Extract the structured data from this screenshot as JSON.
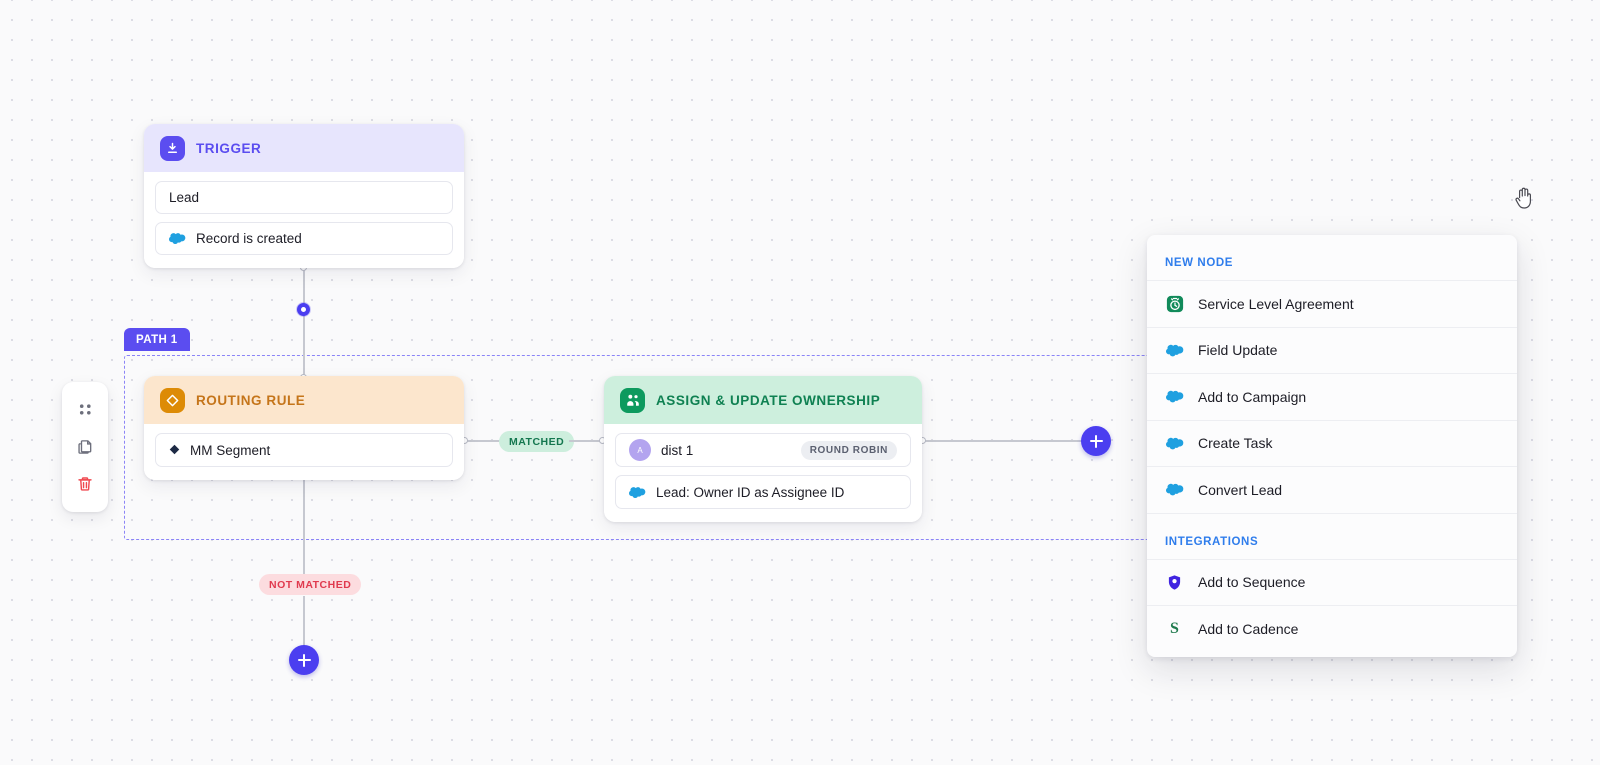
{
  "canvas": {
    "cursor_icon": "grab-hand-cursor",
    "grid": "dot-grid"
  },
  "path_group": {
    "badge_label": "PATH 1"
  },
  "nodes": {
    "trigger": {
      "header_label": "TRIGGER",
      "header_icon": "trigger-download-icon",
      "fields": [
        {
          "icon": "",
          "label": "Lead"
        },
        {
          "icon": "salesforce-cloud-icon",
          "label": "Record is created"
        }
      ]
    },
    "routing_rule": {
      "header_label": "ROUTING RULE",
      "header_icon": "routing-diamond-icon",
      "fields": [
        {
          "icon": "diamond-bullet-icon",
          "label": "MM Segment"
        }
      ]
    },
    "assign": {
      "header_label": "ASSIGN & UPDATE OWNERSHIP",
      "header_icon": "assign-people-icon",
      "fields": [
        {
          "icon": "avatar",
          "avatar_initial": "A",
          "label": "dist 1",
          "badge": "ROUND ROBIN"
        },
        {
          "icon": "salesforce-cloud-icon",
          "label": "Lead: Owner ID as Assignee ID"
        }
      ]
    }
  },
  "edges": {
    "matched_label": "MATCHED",
    "not_matched_label": "NOT MATCHED"
  },
  "toolbar": {
    "items": [
      {
        "name": "drag-handle-icon",
        "label": ""
      },
      {
        "name": "duplicate-icon",
        "label": ""
      },
      {
        "name": "delete-icon",
        "label": ""
      }
    ]
  },
  "panel": {
    "sections": [
      {
        "title": "NEW NODE",
        "items": [
          {
            "label": "Service Level Agreement",
            "icon": "sla-timer-icon"
          },
          {
            "label": "Field Update",
            "icon": "salesforce-cloud-icon"
          },
          {
            "label": "Add to Campaign",
            "icon": "salesforce-cloud-icon"
          },
          {
            "label": "Create Task",
            "icon": "salesforce-cloud-icon"
          },
          {
            "label": "Convert Lead",
            "icon": "salesforce-cloud-icon"
          }
        ]
      },
      {
        "title": "INTEGRATIONS",
        "items": [
          {
            "label": "Add to Sequence",
            "icon": "outreach-shield-icon"
          },
          {
            "label": "Add to Cadence",
            "icon": "salesloft-s-icon"
          }
        ]
      }
    ]
  },
  "colors": {
    "accent_purple": "#4b3ef0",
    "trigger_header_bg": "#e7e5fd",
    "routing_header_bg": "#fce6cd",
    "assign_header_bg": "#cdefdd",
    "matched_green": "#14774f",
    "not_matched_red": "#e03a4e",
    "panel_section_blue": "#2f7dec"
  }
}
